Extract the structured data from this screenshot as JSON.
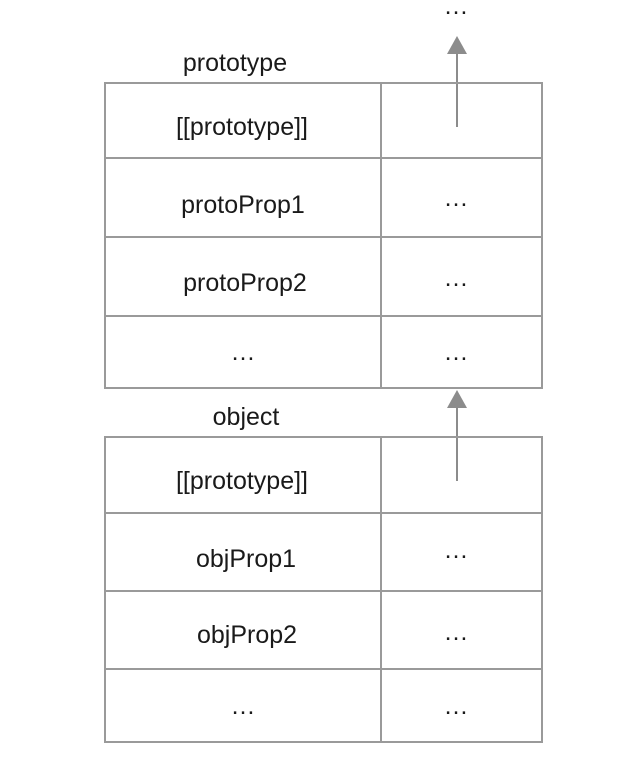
{
  "top_ellipsis": "…",
  "prototype_table": {
    "title": "prototype",
    "rows": [
      {
        "key": "[[prototype]]",
        "value": ""
      },
      {
        "key": "protoProp1",
        "value": "…"
      },
      {
        "key": "protoProp2",
        "value": "…"
      },
      {
        "key": "…",
        "value": "…"
      }
    ]
  },
  "object_table": {
    "title": "object",
    "rows": [
      {
        "key": "[[prototype]]",
        "value": ""
      },
      {
        "key": "objProp1",
        "value": "…"
      },
      {
        "key": "objProp2",
        "value": "…"
      },
      {
        "key": "…",
        "value": "…"
      }
    ]
  },
  "colors": {
    "grid": "#9a9a9a",
    "arrow": "#8c8c8c",
    "text": "#1a1a1a"
  }
}
